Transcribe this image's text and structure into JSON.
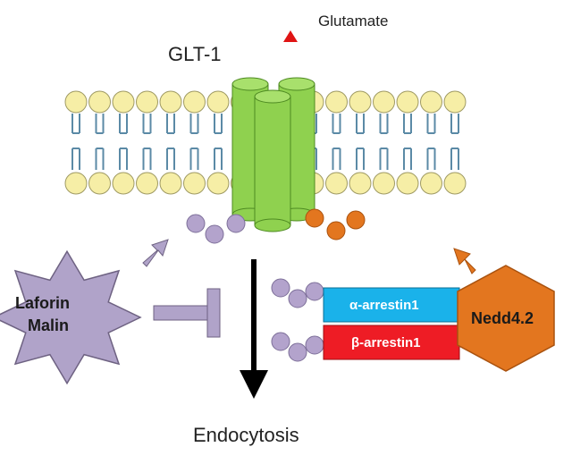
{
  "labels": {
    "glutamate": "Glutamate",
    "transporter": "GLT-1",
    "enzyme_line1": "Laforin",
    "enzyme_line2": "Malin",
    "ligase": "Nedd4.2",
    "alpha_arrestin": "α-arrestin1",
    "beta_arrestin": "β-arrestin1",
    "endocytosis": "Endocytosis"
  },
  "colors": {
    "lipid_head": "#f6eea6",
    "lipid_tail": "#5b8aa6",
    "channel": "#8fd14f",
    "phospho_purple": "#b3a3cc",
    "phospho_orange": "#e3761f",
    "laforin_malin": "#b0a3c9",
    "nedd42": "#e3761f",
    "alpha_arrestin": "#1ab2ea",
    "beta_arrestin": "#ee1c25",
    "glutamate": "#e01414",
    "arrow": "#000000"
  },
  "icons": {
    "glutamate": "red-triangle",
    "laforin_malin": "eight-point-star",
    "nedd42": "hexagon"
  }
}
